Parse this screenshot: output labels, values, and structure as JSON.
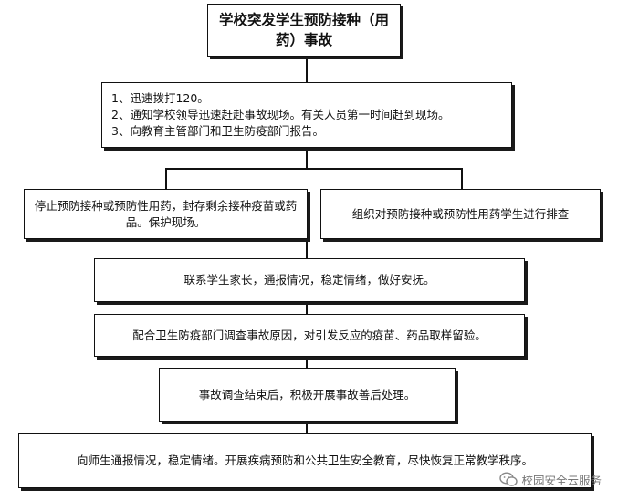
{
  "title": {
    "line1": "学校突发学生预防接种（用",
    "line2": "药）事故"
  },
  "steps": [
    "1、迅速拨打120。",
    "2、通知学校领导迅速赶赴事故现场。有关人员第一时间赶到现场。",
    "3、向教育主管部门和卫生防疫部门报告。"
  ],
  "branch_left": "停止预防接种或预防性用药，封存剩余接种疫苗或药品。保护现场。",
  "branch_right": "组织对预防接种或预防性用药学生进行排查",
  "contact": "联系学生家长，通报情况，稳定情绪，做好安抚。",
  "cooperate": "配合卫生防疫部门调查事故原因，对引发反应的疫苗、药品取样留验。",
  "investigation": "事故调查结束后，积极开展事故善后处理。",
  "notify": "向师生通报情况，稳定情绪。开展疾病预防和公共卫生安全教育，尽快恢复正常教学秩序。",
  "watermark": "校园安全云服务",
  "watermark_icon": "wechat-icon"
}
